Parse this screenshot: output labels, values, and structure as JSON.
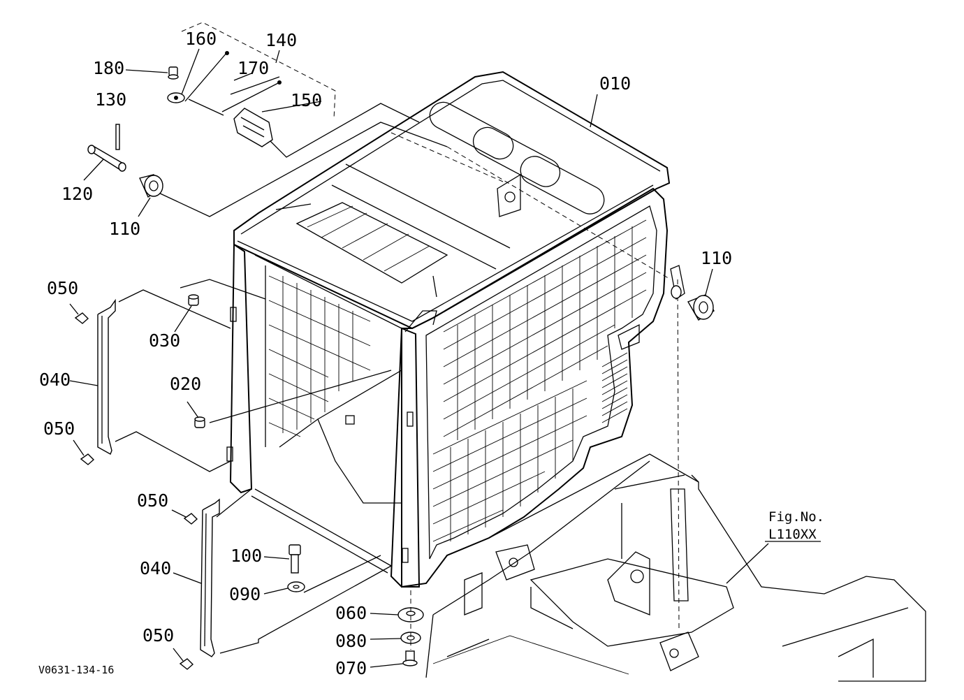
{
  "labels": {
    "p010": "010",
    "p020": "020",
    "p030": "030",
    "p040a": "040",
    "p040b": "040",
    "p050a": "050",
    "p050b": "050",
    "p050c": "050",
    "p050d": "050",
    "p060": "060",
    "p070": "070",
    "p080": "080",
    "p090": "090",
    "p100": "100",
    "p110a": "110",
    "p110b": "110",
    "p120": "120",
    "p130": "130",
    "p140": "140",
    "p150": "150",
    "p160": "160",
    "p170": "170",
    "p180": "180"
  },
  "figure_ref": {
    "line1": "Fig.No.",
    "line2": "L110XX"
  },
  "drawing_code": "V0631-134-16"
}
